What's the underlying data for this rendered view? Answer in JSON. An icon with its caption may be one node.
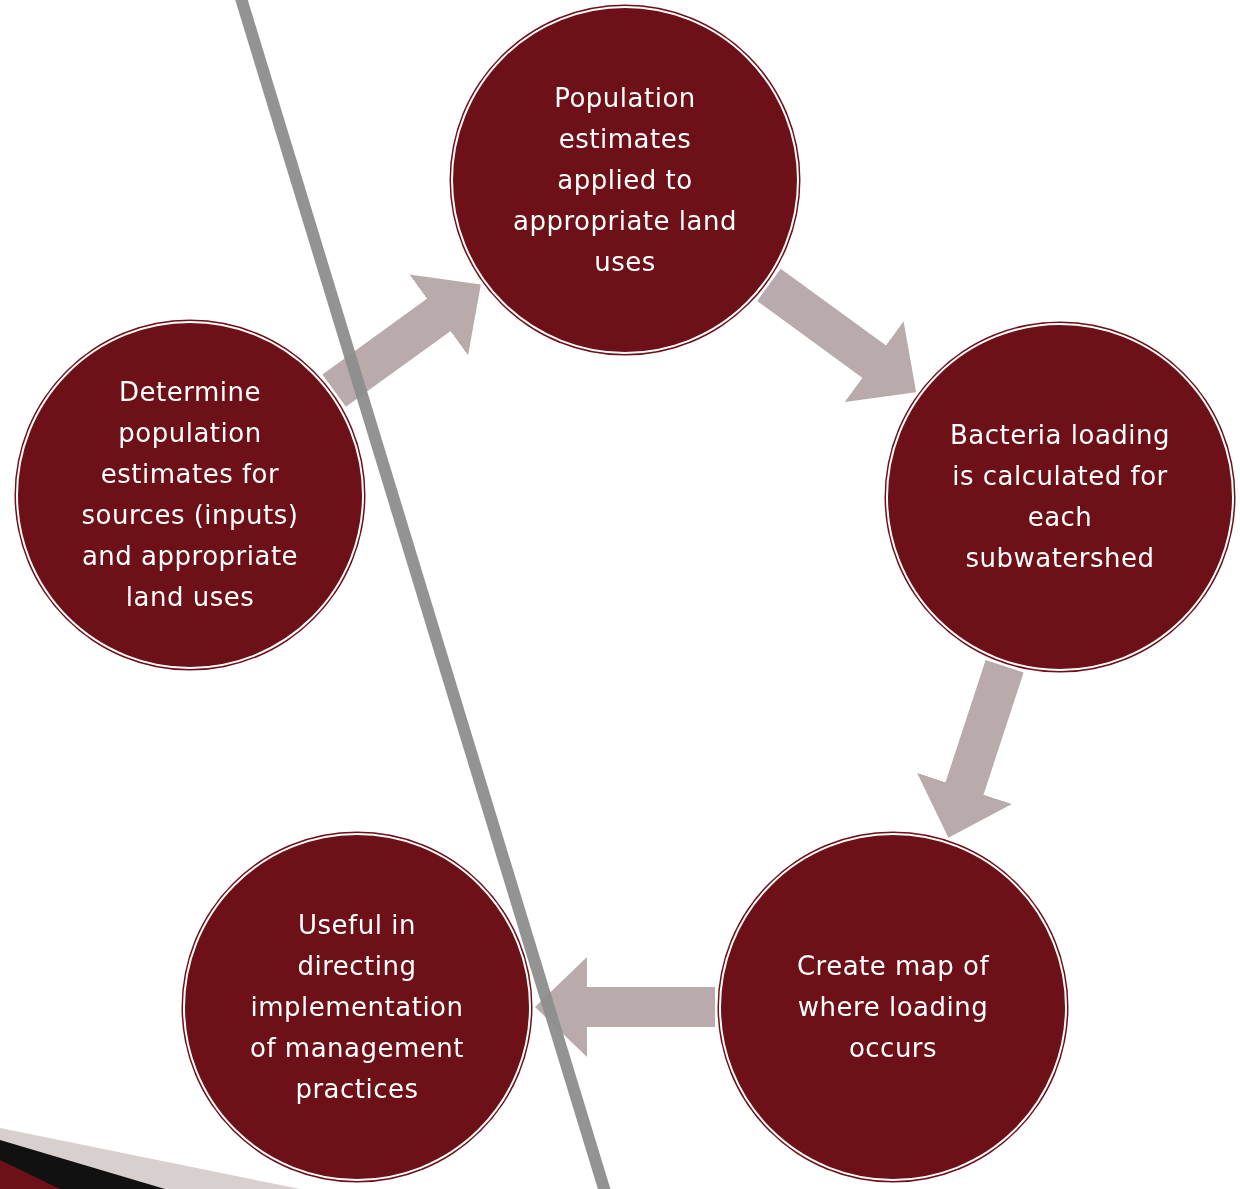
{
  "diagram": {
    "nodes": [
      {
        "text": [
          "Determine population estimates for sources (inputs) and appropriate land uses"
        ]
      },
      {
        "text": [
          "Population estimates applied to appropriate land uses"
        ]
      },
      {
        "text": [
          "Bacteria loading is calculated for each subwatershed"
        ]
      },
      {
        "text": [
          "Create map of where loading occurs"
        ]
      },
      {
        "text": [
          "Useful in directing implementation of management practices"
        ]
      }
    ],
    "edges": [
      {
        "from": 0,
        "to": 1,
        "arrow": "to"
      },
      {
        "from": 1,
        "to": 2,
        "arrow": "to"
      },
      {
        "from": 2,
        "to": 3,
        "arrow": "to"
      },
      {
        "from": 3,
        "to": 4,
        "arrow": "to"
      }
    ]
  }
}
